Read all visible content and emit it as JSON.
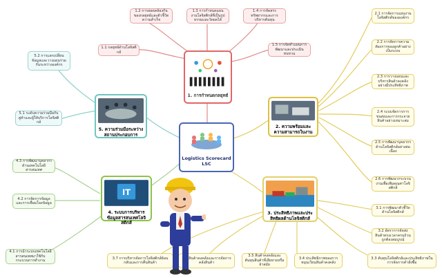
{
  "center": {
    "title_line1": "Logistics Scorecard",
    "title_line2": "LSC"
  },
  "topics": {
    "t1": "1. การกำหนดกลยุทธ์",
    "t2": "2. ความพร้อมและความสามารถในงาน",
    "t3": "3. ประสิทธิภาพและประสิทธิผลด้านโลจิสติกส์",
    "t4": "4. ระบบการบริหารข้อมูลสารสนเทศโลจิสติกส์",
    "t5": "5. ความร่วมมือระหว่างสถานประกอบการ"
  },
  "subs": {
    "s1_1": "1.1 กลยุทธ์ด้านโลจิสติกส์",
    "s1_2": "1.2 การสอดคล้องกันของกลยุทธ์และตัวชี้วัดความสำเร็จ",
    "s1_3": "1.3 การกำหนดแผนงานโลจิสติกส์ที่เป็นรูปธรรมและวัดผลได้",
    "s1_4": "1.4 การจัดสรรทรัพยากรและการบริหารต้นทุน",
    "s1_5": "1.5 การจัดทำแผนการพัฒนาและประเมินทบทวน",
    "s2_1": "2.1 การจัดการแผนงานโลจิสติกส์ขององค์กร",
    "s2_2": "2.2 การจัดการความต้องการของลูกค้าอย่างเป็นระบบ",
    "s2_3": "2.3 การวางแผนและบริหารสินค้าคงคลังอย่างมีประสิทธิภาพ",
    "s2_4": "2.4 ระบบจัดการการขนส่งและการกระจายสินค้าอย่างเหมาะสม",
    "s2_5": "2.5 การพัฒนาบุคลากรด้านโลจิสติกส์อย่างต่อเนื่อง",
    "s2_6": "2.6 การพัฒนากระบวนงานเพื่อเพิ่มคุณค่าโลจิสติกส์",
    "s3_1": "3.1 การพัฒนาตัวชี้วัดด้านโลจิสติกส์",
    "s3_2": "3.2 อัตราการจัดส่งสินค้าตรงเวลาครบถ้วนถูกต้องสมบูรณ์",
    "s3_3": "3.3 ต้นทุนโลจิสติกส์และประสิทธิภาพในการจัดการคำสั่งซื้อ",
    "s3_4": "3.4 ประสิทธิภาพของการหมุนเวียนสินค้าคงคลัง",
    "s3_5": "3.5 สินค้าคงคลังและต้นทุนสินค้าที่เสียหายหรือล้าสมัย",
    "s3_6": "3.6 สินค้าคงคลังและการจัดการคลังสินค้า",
    "s3_7": "3.7 การบริหารจัดการโลจิสติกส์ย้อนกลับและการคืนสินค้า",
    "s4_1": "4.1 การนำระบบเทคโนโลยีสารสนเทศมาใช้กับกระบวนการทำงาน",
    "s4_2": "4.2 การจัดการข้อมูลและการเชื่อมโยงข้อมูล",
    "s4_3": "4.3 การพัฒนาบุคลากรด้านเทคโนโลยีสารสนเทศ",
    "s5_1": "5.1 ระดับความร่วมมือกับคู่ค้าและผู้ให้บริการโลจิสติกส์",
    "s5_2": "5.2 การแลกเปลี่ยนข้อมูลและวางแผนร่วมกันระหว่างองค์กร"
  },
  "colors": {
    "red": "#e06666",
    "yellow": "#e0c040",
    "teal": "#6ec6c2",
    "green": "#8bc34a",
    "blue": "#4966b4"
  }
}
